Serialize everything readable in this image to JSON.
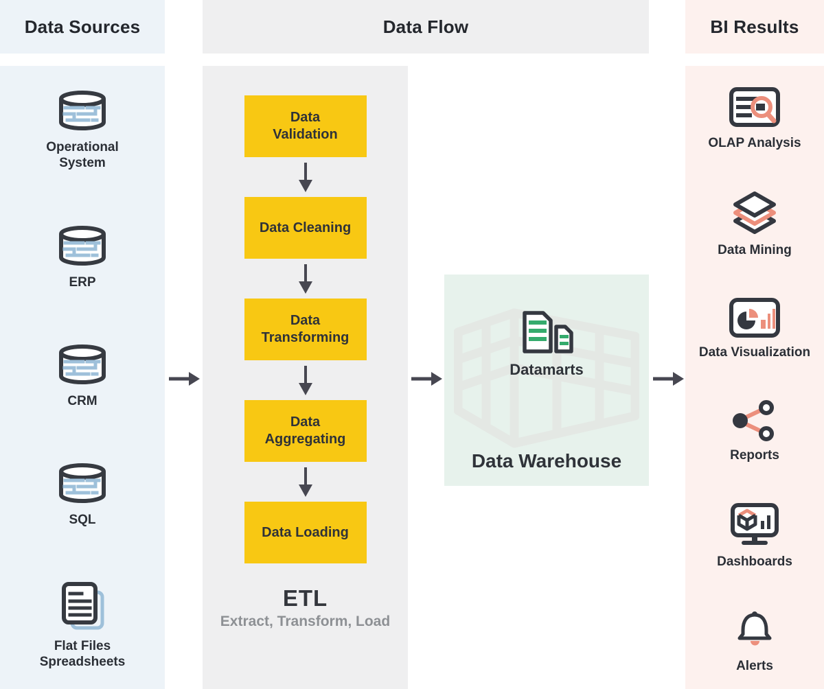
{
  "palette": {
    "source_panel_bg": "#edf3f8",
    "flow_panel_bg": "#efeff0",
    "bi_panel_bg": "#fdf1ee",
    "warehouse_bg": "#e7f2ec",
    "step_yellow": "#f8c813",
    "accent_blue": "#9ec0da",
    "accent_salmon": "#ec8f7c",
    "accent_green": "#35ab6d",
    "ink": "#2e3238",
    "muted_gray": "#8d9094",
    "arrow_gray": "#474751"
  },
  "sources": {
    "title": "Data Sources",
    "items": [
      {
        "label": "Operational System",
        "icon": "database-icon"
      },
      {
        "label": "ERP",
        "icon": "database-icon"
      },
      {
        "label": "CRM",
        "icon": "database-icon"
      },
      {
        "label": "SQL",
        "icon": "database-icon"
      },
      {
        "label": "Flat Files Spreadsheets",
        "icon": "documents-icon"
      }
    ]
  },
  "flow": {
    "title": "Data Flow",
    "steps": [
      "Data Validation",
      "Data Cleaning",
      "Data Transforming",
      "Data Aggregating",
      "Data Loading"
    ],
    "etl": {
      "title": "ETL",
      "subtitle": "Extract, Transform, Load"
    }
  },
  "warehouse": {
    "title": "Data Warehouse",
    "label": "Datamarts",
    "icon": "buildings-icon"
  },
  "bi": {
    "title": "BI Results",
    "items": [
      {
        "label": "OLAP Analysis",
        "icon": "olap-search-icon"
      },
      {
        "label": "Data Mining",
        "icon": "layers-icon"
      },
      {
        "label": "Data Visualization",
        "icon": "charts-board-icon"
      },
      {
        "label": "Reports",
        "icon": "share-icon"
      },
      {
        "label": "Dashboards",
        "icon": "monitor-cube-icon"
      },
      {
        "label": "Alerts",
        "icon": "bell-icon"
      }
    ]
  }
}
